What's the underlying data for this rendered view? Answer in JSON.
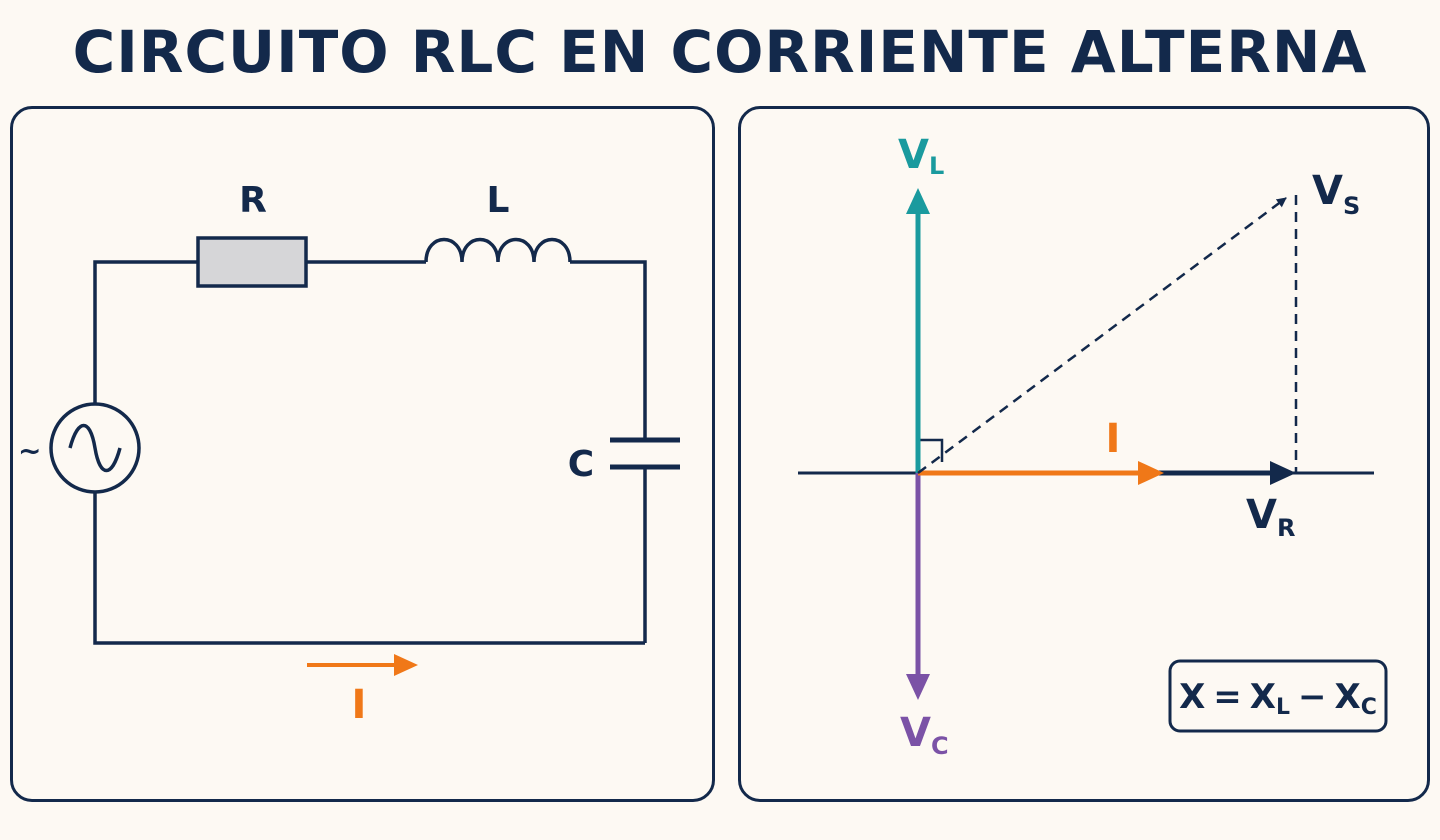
{
  "title": "CIRCUITO RLC EN CORRIENTE ALTERNA",
  "colors": {
    "navy": "#13294b",
    "teal": "#1a9a9e",
    "orange": "#f07818",
    "purple": "#7b52a6",
    "resistor_fill": "#d6d6d8",
    "background": "#fdf9f3"
  },
  "circuit": {
    "source_symbol": "~",
    "resistor_label": "R",
    "inductor_label": "L",
    "capacitor_label": "C",
    "current_label": "I"
  },
  "phasor": {
    "vl_main": "V",
    "vl_sub": "L",
    "vc_main": "V",
    "vc_sub": "C",
    "vr_main": "V",
    "vr_sub": "R",
    "vs_main": "V",
    "vs_sub": "S",
    "current_label": "I",
    "formula": {
      "x": "X",
      "eq": "=",
      "xl_main": "X",
      "xl_sub": "L",
      "minus": "−",
      "xc_main": "X",
      "xc_sub": "C"
    }
  }
}
